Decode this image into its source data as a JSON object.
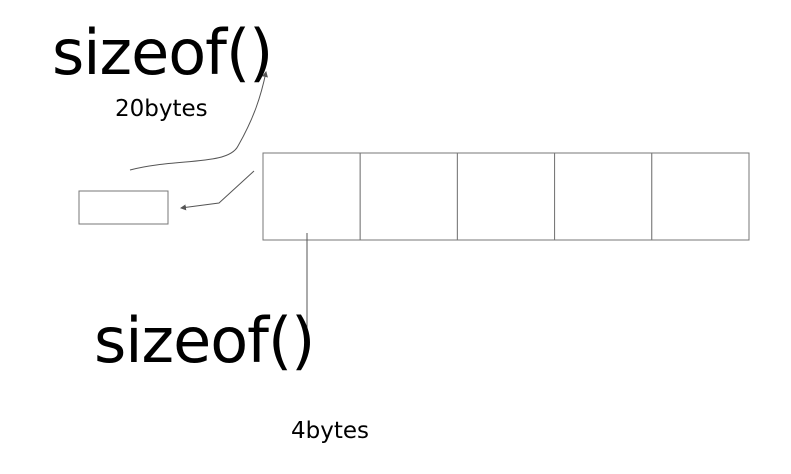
{
  "labels": {
    "top_function": "sizeof()",
    "top_size": "20bytes",
    "bottom_function": "sizeof()",
    "bottom_size": "4bytes"
  },
  "diagram": {
    "array_cell_count": 5,
    "stroke_color": "#777777",
    "text_color": "#000000"
  }
}
